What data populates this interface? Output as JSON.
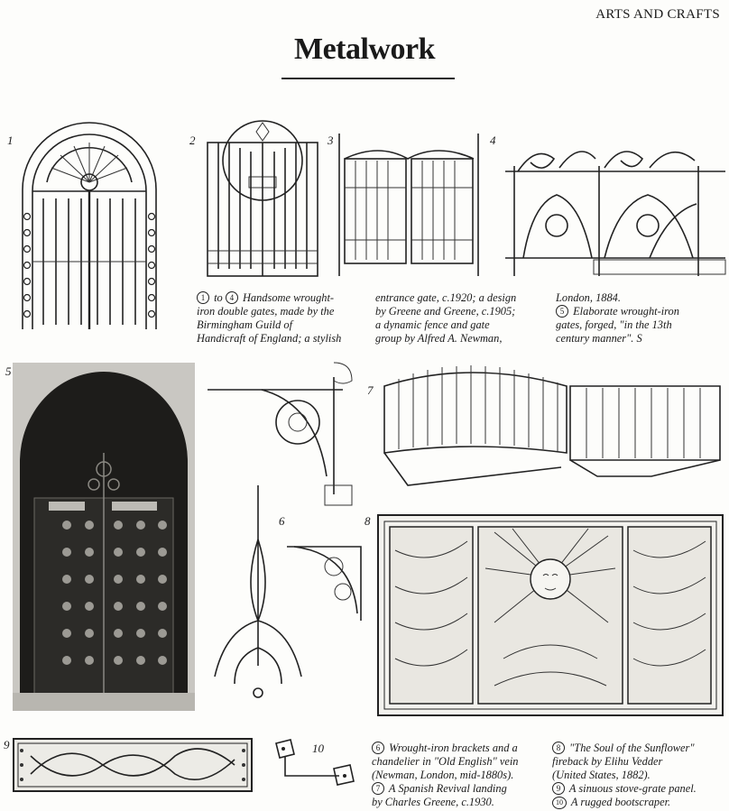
{
  "header": {
    "section": "ARTS AND CRAFTS",
    "title": "Metalwork"
  },
  "figures": [
    {
      "num": "1",
      "icon": "arched-gate-icon"
    },
    {
      "num": "2",
      "icon": "double-gate-icon"
    },
    {
      "num": "3",
      "icon": "entrance-gate-icon"
    },
    {
      "num": "4",
      "icon": "fence-gate-icon"
    },
    {
      "num": "5",
      "icon": "forged-door-photo"
    },
    {
      "num": "6",
      "icon": "bracket-chandelier-icon"
    },
    {
      "num": "7",
      "icon": "landing-rail-icon"
    },
    {
      "num": "8",
      "icon": "fireback-panel-icon"
    },
    {
      "num": "9",
      "icon": "stove-panel-icon"
    },
    {
      "num": "10",
      "icon": "bootscraper-icon"
    }
  ],
  "captions": {
    "top": [
      {
        "marker_a": "1",
        "to": "to",
        "marker_b": "4",
        "lines": [
          "Handsome wrought-",
          "iron double gates, made by the",
          "Birmingham Guild of",
          "Handicraft of England; a stylish"
        ]
      },
      {
        "lines": [
          "entrance gate, c.1920; a design",
          "by Greene and Greene, c.1905;",
          "a dynamic fence and gate",
          "group by Alfred A. Newman,"
        ]
      },
      {
        "lines": [
          "London, 1884."
        ],
        "marker": "5",
        "lines2": [
          "Elaborate wrought-iron",
          "gates, forged, \"in the 13th",
          "century manner\". S"
        ]
      }
    ],
    "bottom": [
      {
        "marker_a": "6",
        "line1": "Wrought-iron brackets and a",
        "lines": [
          "chandelier in \"Old English\" vein",
          "(Newman, London, mid-1880s)."
        ],
        "marker_b": "7",
        "line2": "A Spanish Revival landing",
        "line3": "by Charles Greene, c.1930."
      },
      {
        "marker_a": "8",
        "line1": "\"The Soul of the Sunflower\"",
        "lines": [
          "fireback by Elihu Vedder",
          "(United States, 1882)."
        ],
        "marker_b": "9",
        "line2": "A sinuous stove-grate panel.",
        "marker_c": "10",
        "line3": "A rugged bootscraper."
      }
    ]
  }
}
